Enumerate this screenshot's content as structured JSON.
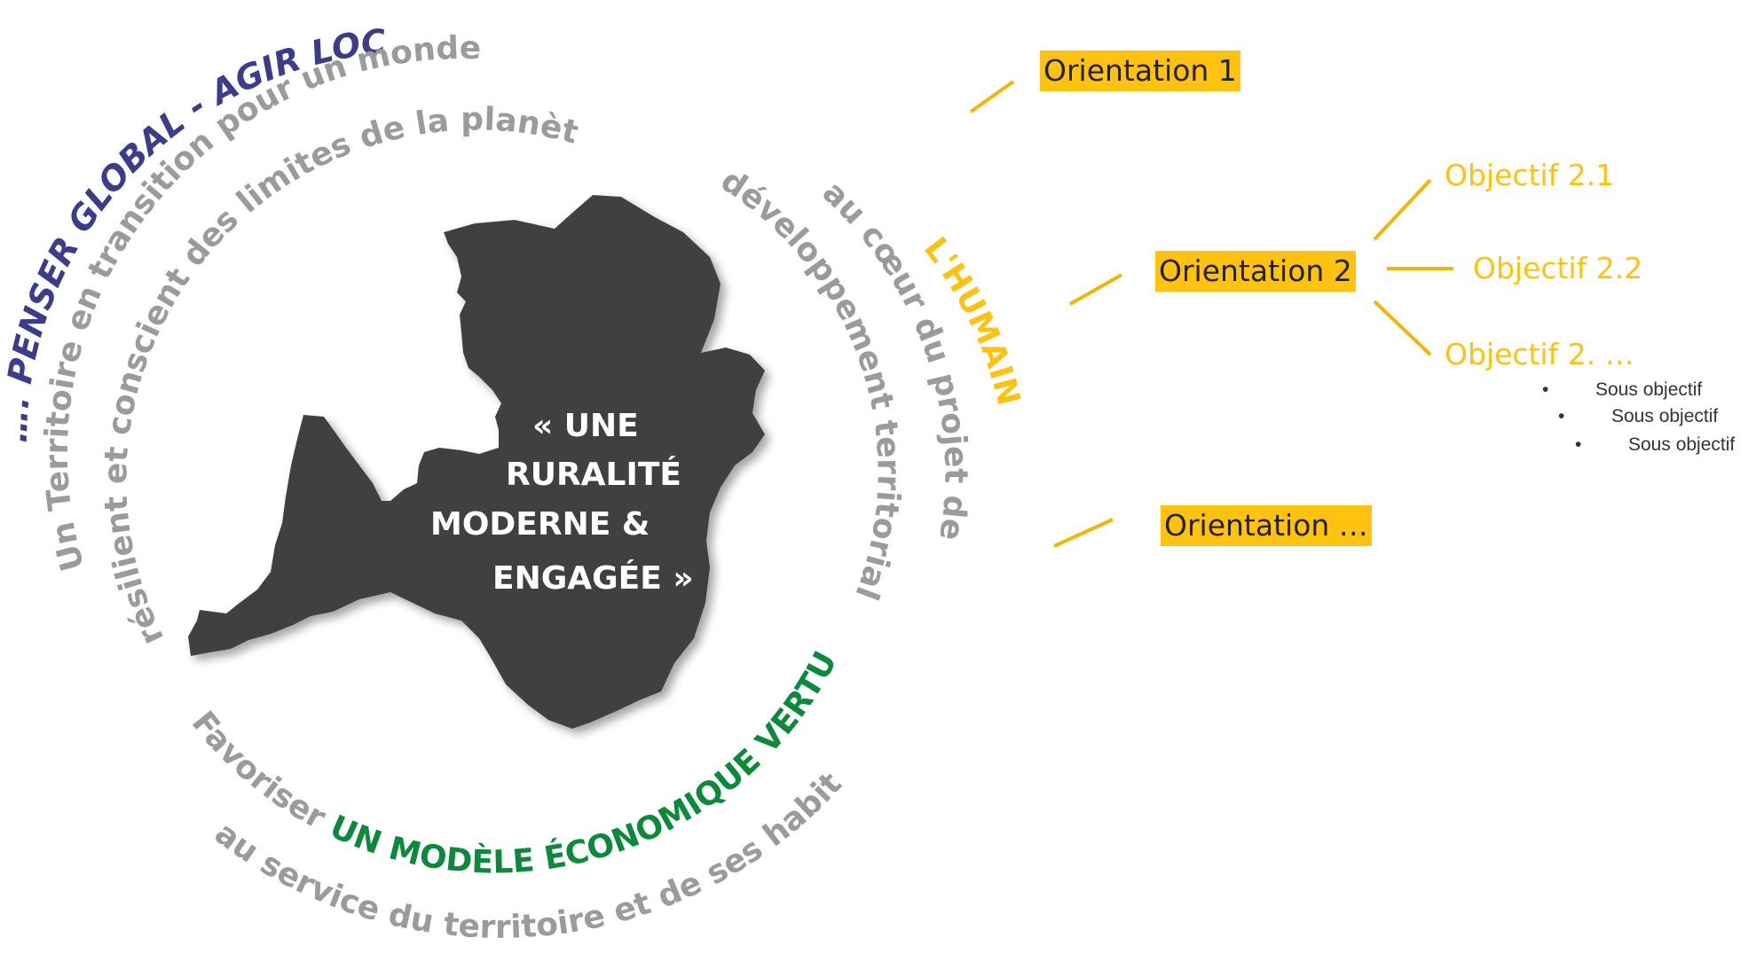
{
  "colors": {
    "navy": "#3B3D8C",
    "grey": "#9B9B9B",
    "gold": "#FFC20E",
    "green": "#0C8A3C",
    "map": "#404040",
    "line": "#F2B705"
  },
  "map_label": {
    "line1": "«  UNE",
    "line2": "RURALITÉ",
    "line3": "MODERNE &",
    "line4": "ENGAGÉE »"
  },
  "arcs": {
    "penser": "…. PENSER GLOBAL - AGIR LOCAL.",
    "territoire": "Un Territoire en transition pour un monde",
    "resilient": "résilient et conscient des limites de la planète",
    "humain": "L'HUMAIN",
    "coeur": "au cœur du projet de",
    "developpement": "développement territorial",
    "favoriser_prefix": "Favoriser ",
    "modele": "UN MODÈLE ÉCONOMIQUE VERTUEUX",
    "service": "au service du territoire et de ses habitants"
  },
  "orientations": [
    {
      "label": "Orientation 1"
    },
    {
      "label": "Orientation 2"
    },
    {
      "label": "Orientation …"
    }
  ],
  "objectives": [
    {
      "label": "Objectif  2.1"
    },
    {
      "label": "Objectif  2.2"
    },
    {
      "label": "Objectif  2. …"
    }
  ],
  "sub_objectives": [
    {
      "bullet": "•",
      "label": "Sous objectif"
    },
    {
      "bullet": "•",
      "label": "Sous objectif"
    },
    {
      "bullet": "•",
      "label": "Sous objectif"
    }
  ]
}
